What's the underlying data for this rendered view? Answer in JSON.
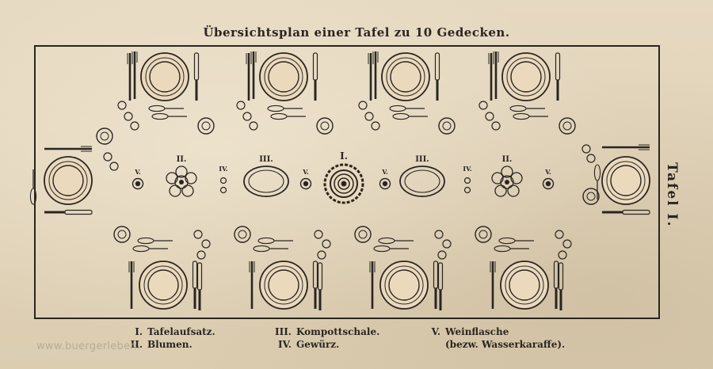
{
  "title": "Übersichtsplan einer Tafel zu 10 Gedecken.",
  "side_label": "Tafel I.",
  "markers": {
    "I": "I.",
    "II": "II.",
    "III": "III.",
    "IV": "IV.",
    "V": "V."
  },
  "legend": [
    {
      "num": "I.",
      "text": "Tafelaufsatz."
    },
    {
      "num": "II.",
      "text": "Blumen."
    },
    {
      "num": "III.",
      "text": "Kompottschale."
    },
    {
      "num": "IV.",
      "text": "Gewürz."
    },
    {
      "num": "V.",
      "text": "Weinflasche"
    },
    {
      "num": "",
      "text": "(bezw. Wasserkaraffe)."
    }
  ],
  "watermark": "www.buergerleben.",
  "colors": {
    "ink": "#2a2520",
    "paper": "#e2d4bb"
  }
}
